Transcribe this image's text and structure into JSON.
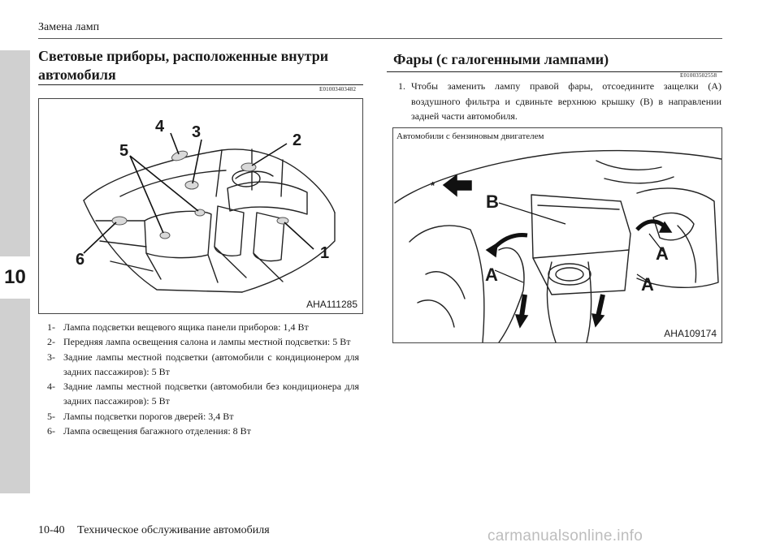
{
  "header": {
    "running_title": "Замена ламп"
  },
  "chapter_tab": {
    "number": "10"
  },
  "left_section": {
    "title_line1": "Световые приборы, расположенные внутри",
    "title_line2": "автомобиля",
    "code": "E01003403482",
    "figure": {
      "id": "AHA111285",
      "callouts": [
        "1",
        "2",
        "3",
        "4",
        "5",
        "6"
      ]
    },
    "legend": [
      {
        "num": "1-",
        "text": "Лампа подсветки вещевого ящика панели приборов: 1,4 Вт"
      },
      {
        "num": "2-",
        "text": "Передняя лампа освещения салона и лампы местной подсветки: 5 Вт"
      },
      {
        "num": "3-",
        "text": "Задние лампы местной подсветки (автомобили с кондиционером для задних пассажиров): 5 Вт"
      },
      {
        "num": "4-",
        "text": "Задние лампы местной подсветки (автомобили без кондиционера для задних пассажиров): 5 Вт"
      },
      {
        "num": "5-",
        "text": "Лампы подсветки порогов дверей: 3,4 Вт"
      },
      {
        "num": "6-",
        "text": "Лампа освещения багажного отделения: 8 Вт"
      }
    ]
  },
  "right_section": {
    "title": "Фары (с галогенными лампами)",
    "code": "E01003502558",
    "step": {
      "num": "1.",
      "text": "Чтобы заменить лампу правой фары, отсоедините защелки (A) воздушного фильтра и сдвиньте верхнюю крышку (B) в направлении задней части автомобиля."
    },
    "figure": {
      "caption": "Автомобили с бензиновым двигателем",
      "id": "AHA109174",
      "asterisk": "*",
      "label_a": "A",
      "label_b": "B"
    }
  },
  "footer": {
    "page_number": "10-40",
    "section_name": "Техническое обслуживание автомобиля"
  },
  "watermark": "carmanualsonline.info"
}
